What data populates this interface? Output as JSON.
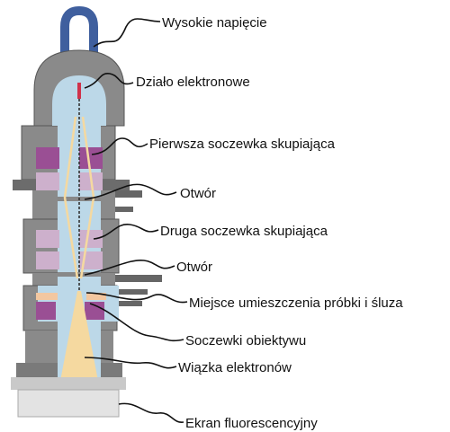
{
  "labels": [
    {
      "id": "high-voltage",
      "text": "Wysokie napięcie"
    },
    {
      "id": "electron-gun",
      "text": "Działo elektronowe"
    },
    {
      "id": "first-condenser-lens",
      "text": "Pierwsza soczewka skupiająca"
    },
    {
      "id": "aperture-1",
      "text": "Otwór"
    },
    {
      "id": "second-condenser-lens",
      "text": "Druga soczewka skupiająca"
    },
    {
      "id": "aperture-2",
      "text": "Otwór"
    },
    {
      "id": "sample-chamber",
      "text": "Miejsce umieszczenia próbki i śluza"
    },
    {
      "id": "objective-lenses",
      "text": "Soczewki obiektywu"
    },
    {
      "id": "electron-beam",
      "text": "Wiązka elektronów"
    },
    {
      "id": "fluorescent-screen",
      "text": "Ekran fluorescencyjny"
    }
  ],
  "colors": {
    "housing": "#8a8a8a",
    "housing_dark": "#6c6c6c",
    "interior": "#bcd8e8",
    "lens": "#9a4f94",
    "lens_light": "#cdb0cc",
    "beam": "#f5d9a0",
    "cable": "#3f5f9e",
    "gun": "#d0324a"
  }
}
